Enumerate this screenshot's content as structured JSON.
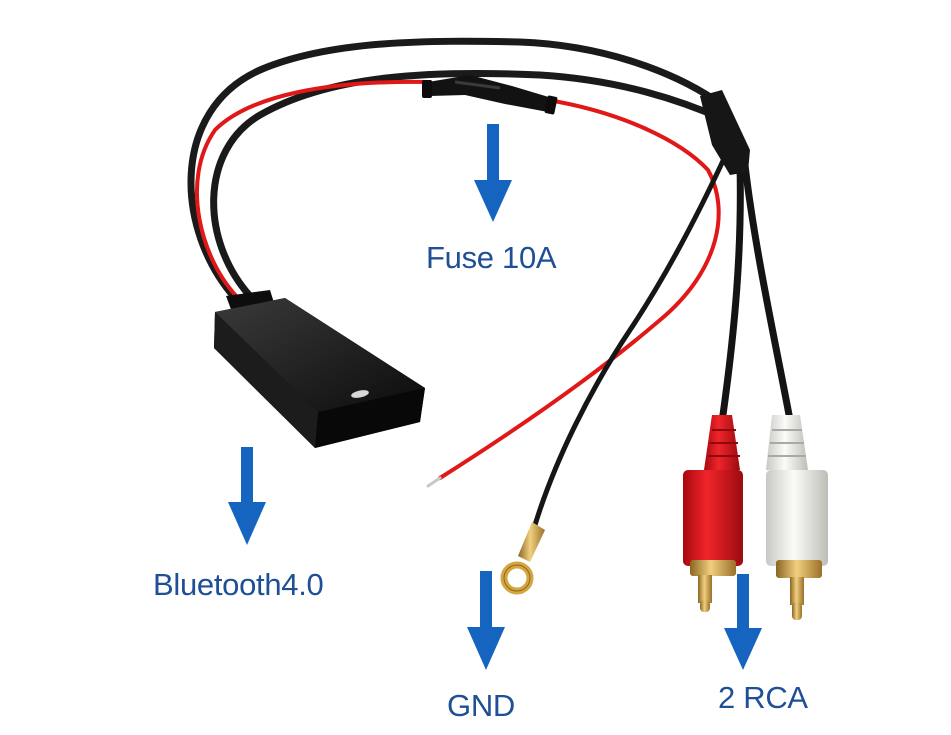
{
  "labels": {
    "fuse": "Fuse 10A",
    "bluetooth": "Bluetooth4.0",
    "gnd": "GND",
    "rca": "2 RCA"
  },
  "colors": {
    "label_text": "#1f4f95",
    "arrow": "#1565c0",
    "cable_black": "#1a1a1a",
    "cable_red": "#e01818",
    "rca_red": "#e0141c",
    "rca_white": "#ededea",
    "metal_gold": "#d4a640",
    "module_body": "#141414"
  },
  "icons": [
    "down-arrow-icon",
    "bluetooth-module",
    "inline-fuse-holder",
    "ring-terminal",
    "rca-plug-red",
    "rca-plug-white"
  ]
}
